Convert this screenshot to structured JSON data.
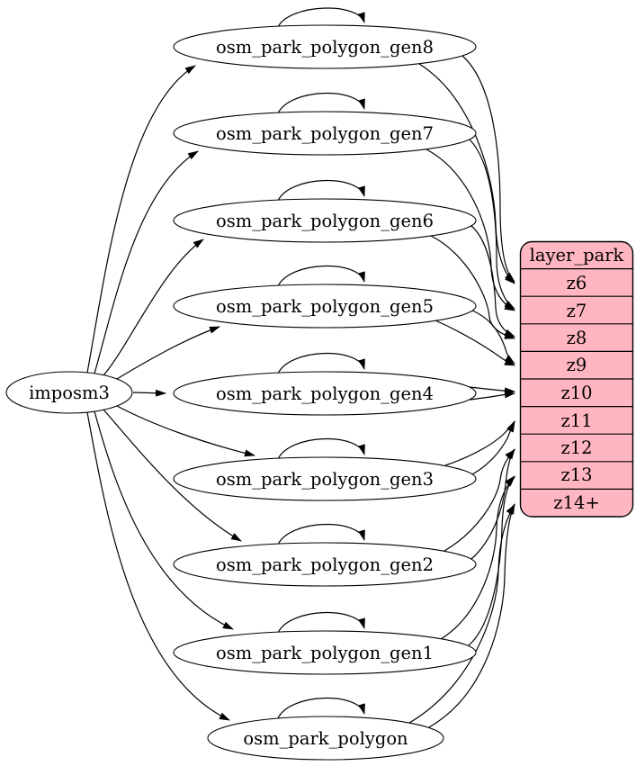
{
  "diagram": {
    "kind": "etl-graph",
    "source": {
      "label": "imposm3"
    },
    "tables": [
      {
        "label": "osm_park_polygon_gen8",
        "zoom": "z6"
      },
      {
        "label": "osm_park_polygon_gen7",
        "zoom": "z7"
      },
      {
        "label": "osm_park_polygon_gen6",
        "zoom": "z8"
      },
      {
        "label": "osm_park_polygon_gen5",
        "zoom": "z9"
      },
      {
        "label": "osm_park_polygon_gen4",
        "zoom": "z10"
      },
      {
        "label": "osm_park_polygon_gen3",
        "zoom": "z11"
      },
      {
        "label": "osm_park_polygon_gen2",
        "zoom": "z12"
      },
      {
        "label": "osm_park_polygon_gen1",
        "zoom": "z13"
      },
      {
        "label": "osm_park_polygon",
        "zoom": "z14+"
      }
    ],
    "layer": {
      "title": "layer_park",
      "rows": [
        "z6",
        "z7",
        "z8",
        "z9",
        "z10",
        "z11",
        "z12",
        "z13",
        "z14+"
      ]
    },
    "colors": {
      "layer_fill": "#ffb6c1",
      "node_fill": "#ffffff",
      "edge": "#000000"
    }
  }
}
